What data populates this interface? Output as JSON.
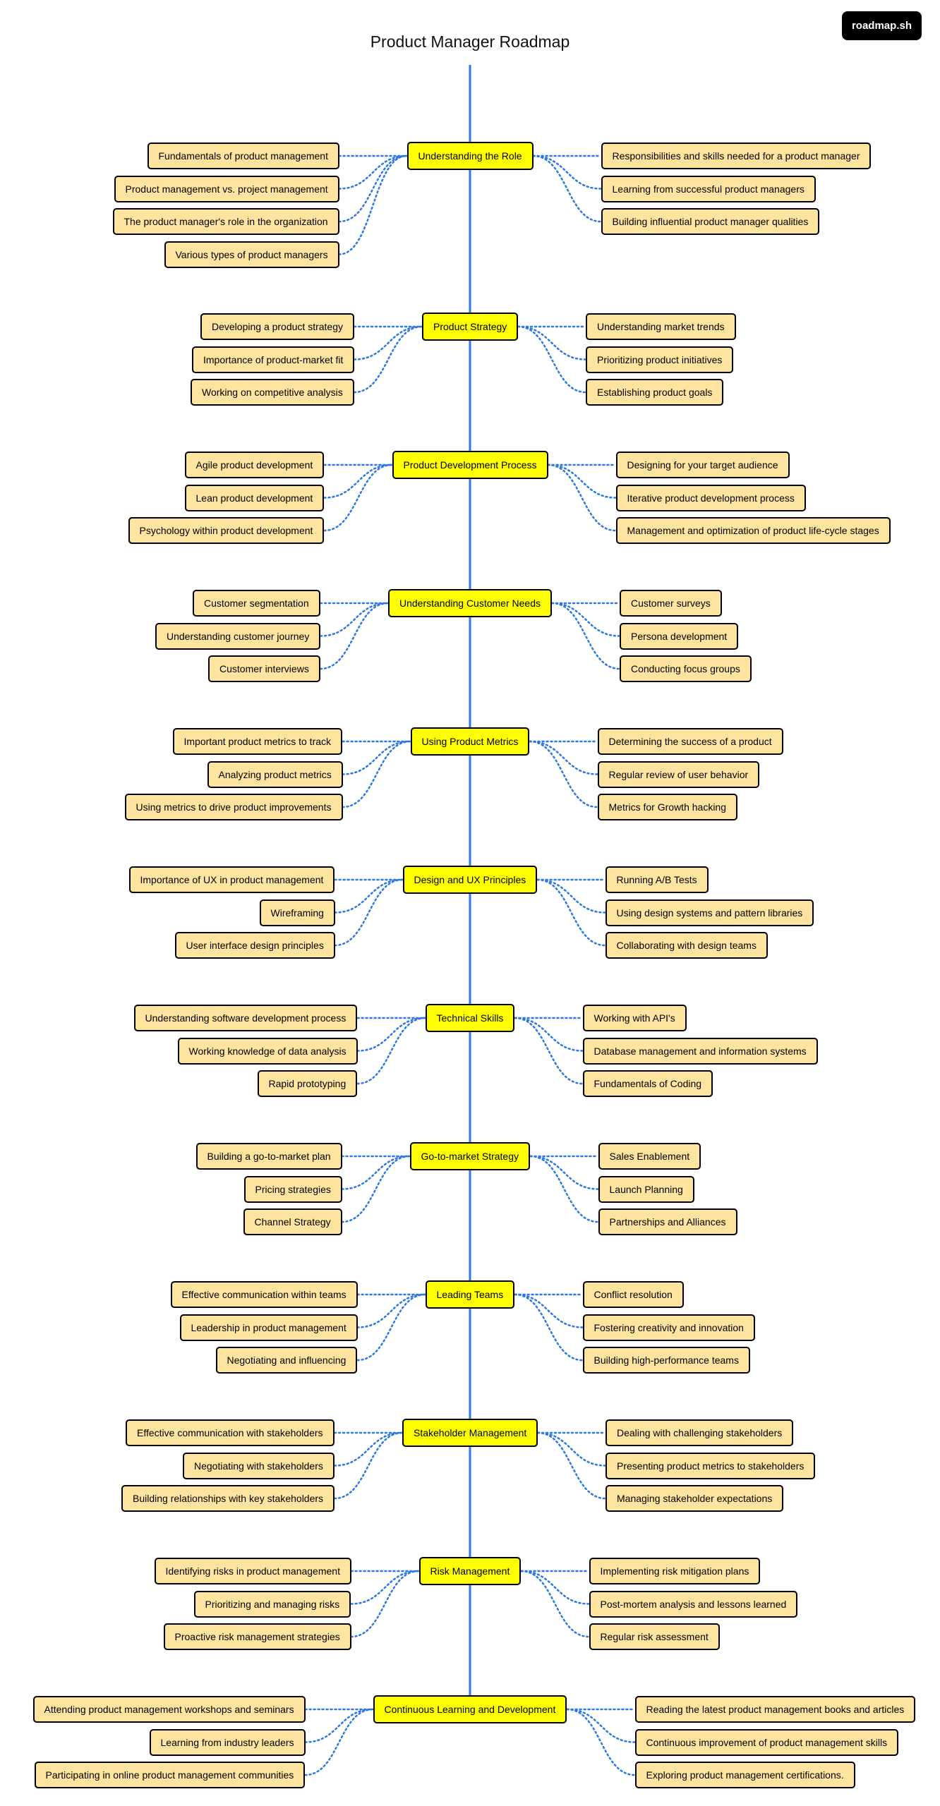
{
  "title": "Product Manager Roadmap",
  "brand": "roadmap.sh",
  "colors": {
    "spine": "#2b78e4",
    "topic": "#ffff00",
    "subtopic": "#fee49e",
    "border": "#000000"
  },
  "sections": [
    {
      "label": "Understanding the Role",
      "left": [
        "Fundamentals of product management",
        "Product management vs. project management",
        "The product manager's role in the organization",
        "Various types of product managers"
      ],
      "right": [
        "Responsibilities and skills needed for a product manager",
        "Learning from successful product managers",
        "Building influential product manager qualities"
      ]
    },
    {
      "label": "Product Strategy",
      "left": [
        "Developing a product strategy",
        "Importance of product-market fit",
        "Working on competitive analysis"
      ],
      "right": [
        "Understanding market trends",
        "Prioritizing product initiatives",
        "Establishing product goals"
      ]
    },
    {
      "label": "Product Development Process",
      "left": [
        "Agile product development",
        "Lean product development",
        "Psychology within product development"
      ],
      "right": [
        "Designing for your target audience",
        "Iterative product development process",
        "Management and optimization of product life-cycle stages"
      ]
    },
    {
      "label": "Understanding Customer Needs",
      "left": [
        "Customer segmentation",
        "Understanding customer journey",
        "Customer interviews"
      ],
      "right": [
        "Customer surveys",
        "Persona development",
        "Conducting focus groups"
      ]
    },
    {
      "label": "Using Product Metrics",
      "left": [
        "Important product metrics to track",
        "Analyzing product metrics",
        "Using metrics to drive product improvements"
      ],
      "right": [
        "Determining the success of a product",
        "Regular review of user behavior",
        "Metrics for Growth hacking"
      ]
    },
    {
      "label": "Design and UX Principles",
      "left": [
        "Importance of UX in product management",
        "Wireframing",
        "User interface design principles"
      ],
      "right": [
        "Running A/B Tests",
        "Using design systems and pattern libraries",
        "Collaborating with design teams"
      ]
    },
    {
      "label": "Technical Skills",
      "left": [
        "Understanding software development process",
        "Working knowledge of data analysis",
        "Rapid prototyping"
      ],
      "right": [
        "Working with API's",
        "Database management and information systems",
        "Fundamentals of Coding"
      ]
    },
    {
      "label": "Go-to-market Strategy",
      "left": [
        "Building a go-to-market plan",
        "Pricing strategies",
        "Channel Strategy"
      ],
      "right": [
        "Sales Enablement",
        "Launch Planning",
        "Partnerships and Alliances"
      ]
    },
    {
      "label": "Leading Teams",
      "left": [
        "Effective communication within teams",
        "Leadership in product management",
        "Negotiating and influencing"
      ],
      "right": [
        "Conflict resolution",
        "Fostering creativity and innovation",
        "Building high-performance teams"
      ]
    },
    {
      "label": "Stakeholder Management",
      "left": [
        "Effective communication with stakeholders",
        "Negotiating with stakeholders",
        "Building relationships with key stakeholders"
      ],
      "right": [
        "Dealing with challenging stakeholders",
        "Presenting product metrics to stakeholders",
        "Managing stakeholder expectations"
      ]
    },
    {
      "label": "Risk Management",
      "left": [
        "Identifying risks in product management",
        "Prioritizing and managing risks",
        "Proactive risk management strategies"
      ],
      "right": [
        "Implementing risk mitigation plans",
        "Post-mortem analysis and lessons learned",
        "Regular risk assessment"
      ]
    },
    {
      "label": "Continuous Learning and Development",
      "left": [
        "Attending product management workshops and seminars",
        "Learning from industry leaders",
        "Participating in online product management communities"
      ],
      "right": [
        "Reading the latest product management books and articles",
        "Continuous improvement of product management skills",
        "Exploring product management certifications."
      ]
    }
  ]
}
